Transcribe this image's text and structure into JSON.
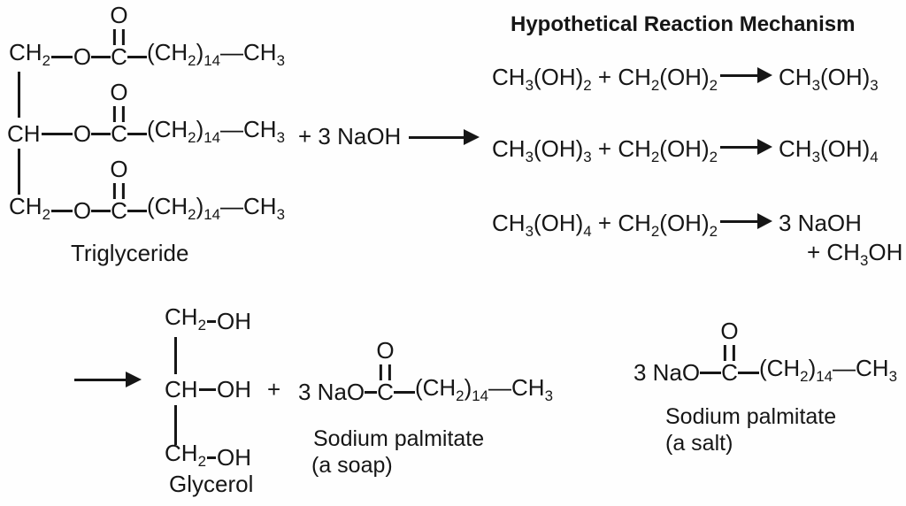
{
  "colors": {
    "background": "#fefefe",
    "ink": "#161616"
  },
  "triglyceride": {
    "label": "Triglyceride",
    "rows": [
      {
        "left": "CH_2",
        "ester_o": "O",
        "c": "C",
        "carbonyl_o": "O",
        "chain": "(CH_2)_14—CH_3"
      },
      {
        "left": "CH",
        "ester_o": "O",
        "c": "C",
        "carbonyl_o": "O",
        "chain": "(CH_2)_14—CH_3"
      },
      {
        "left": "CH_2",
        "ester_o": "O",
        "c": "C",
        "carbonyl_o": "O",
        "chain": "(CH_2)_14—CH_3"
      }
    ]
  },
  "reaction": {
    "reagent": "+ 3 NaOH"
  },
  "mechanism": {
    "title": "Hypothetical Reaction Mechanism",
    "steps": [
      {
        "lhs": "CH_3(OH)_2 + CH_2(OH)_2",
        "rhs": "CH_3(OH)_3"
      },
      {
        "lhs": "CH_3(OH)_3 + CH_2(OH)_2",
        "rhs": "CH_3(OH)_4"
      },
      {
        "lhs": "CH_3(OH)_4 + CH_2(OH)_2",
        "rhs": "3 NaOH",
        "rhs2": "+ CH_3OH"
      }
    ]
  },
  "glycerol": {
    "label": "Glycerol",
    "rows": [
      {
        "left": "CH_2",
        "right": "OH"
      },
      {
        "left": "CH",
        "right": "OH"
      },
      {
        "left": "CH_2",
        "right": "OH"
      }
    ]
  },
  "products": {
    "plus": "+",
    "soap": {
      "prefix": "3 NaO",
      "c": "C",
      "carbonyl_o": "O",
      "chain": "(CH_2)_14—CH_3",
      "label": "Sodium palmitate",
      "sublabel": "(a soap)"
    },
    "salt": {
      "prefix": "3 NaO",
      "c": "C",
      "carbonyl_o": "O",
      "chain": "(CH_2)_14—CH_3",
      "label": "Sodium palmitate",
      "sublabel": "(a salt)"
    }
  }
}
